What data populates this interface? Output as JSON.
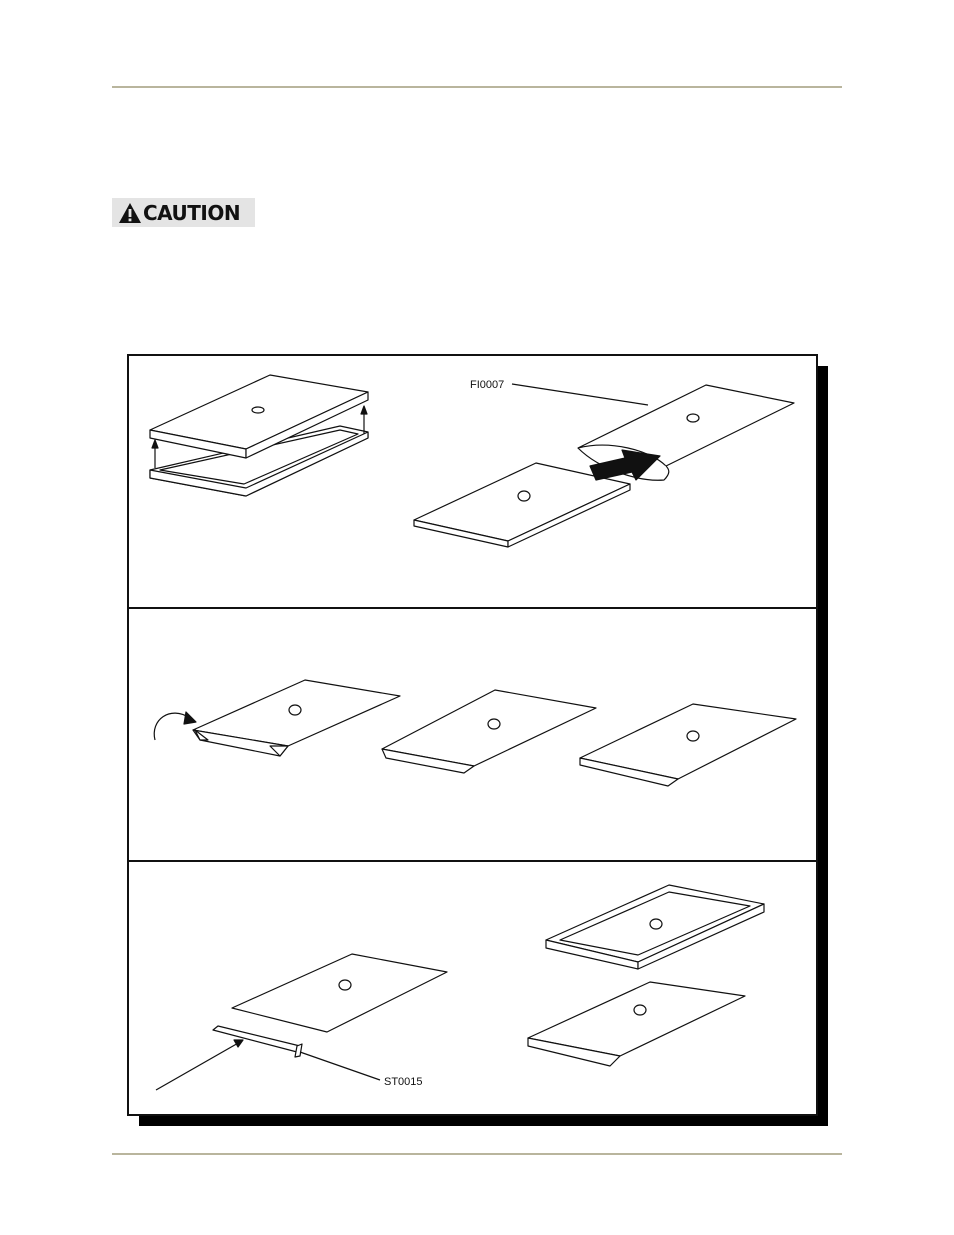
{
  "header": {},
  "caution": {
    "label": "CAUTION",
    "icon": "warning-triangle-icon",
    "background": "#e4e4e4"
  },
  "figure": {
    "callouts": {
      "top_right": "FI0007",
      "bottom_left": "ST0015"
    }
  },
  "colors": {
    "rule": "#b9b59d",
    "frame": "#111111",
    "shadow": "#000000"
  }
}
